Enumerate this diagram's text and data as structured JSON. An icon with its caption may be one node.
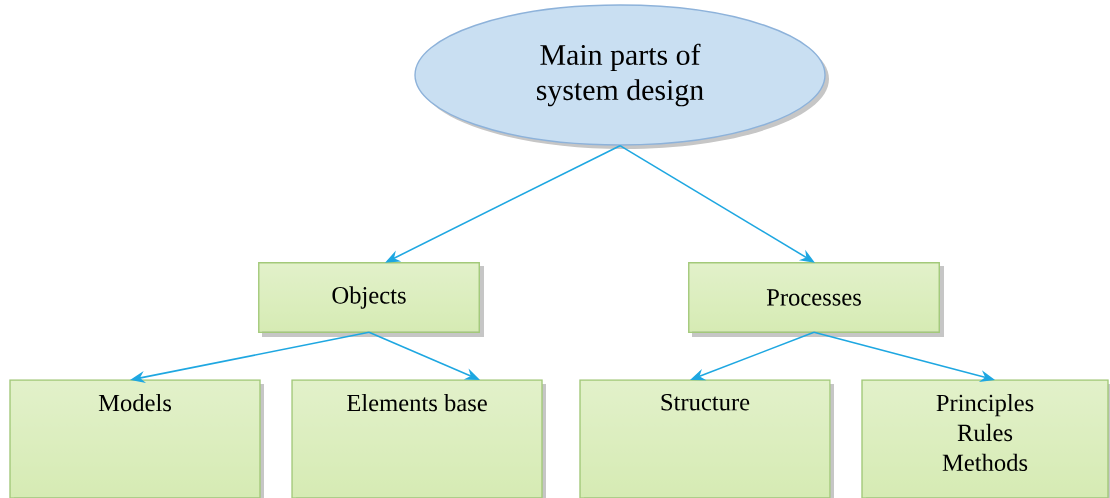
{
  "diagram": {
    "nodes": [
      {
        "text": [
          "Main parts of system design"
        ]
      },
      {
        "text": [
          "Objects"
        ]
      },
      {
        "text": [
          "Processes"
        ]
      },
      {
        "text": [
          "Models"
        ]
      },
      {
        "text": [
          "Elements base"
        ]
      },
      {
        "text": [
          "Structure"
        ]
      },
      {
        "text": [
          "Principles Rules Methods"
        ]
      }
    ],
    "edges": [
      {
        "from": 0,
        "to": 1,
        "arrow": "to"
      },
      {
        "from": 0,
        "to": 2,
        "arrow": "to"
      },
      {
        "from": 1,
        "to": 3,
        "arrow": "to"
      },
      {
        "from": 1,
        "to": 4,
        "arrow": "to"
      },
      {
        "from": 2,
        "to": 5,
        "arrow": "to"
      },
      {
        "from": 2,
        "to": 6,
        "arrow": "to"
      }
    ]
  }
}
